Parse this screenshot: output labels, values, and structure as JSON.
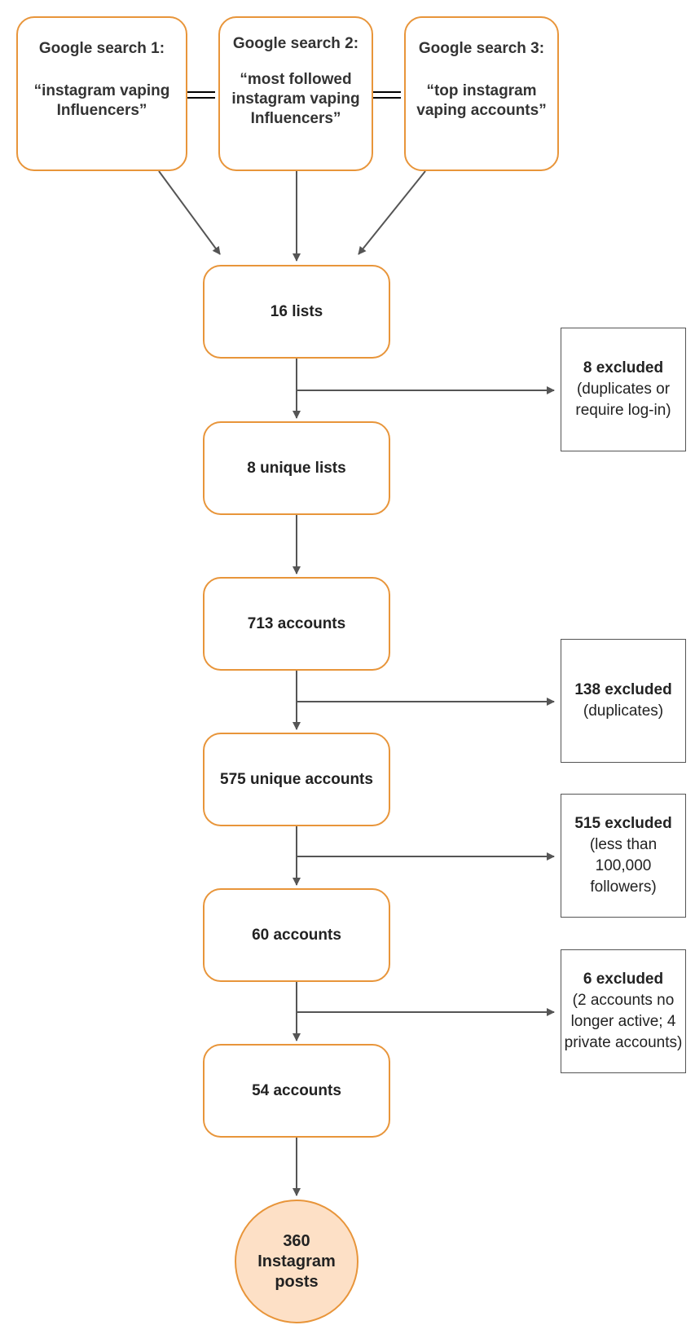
{
  "searches": [
    {
      "heading": "Google search 1:",
      "query": "“instagram vaping Influencers”"
    },
    {
      "heading": "Google search 2:",
      "query": "“most followed instagram vaping Influencers”"
    },
    {
      "heading": "Google search 3:",
      "query": "“top instagram vaping accounts”"
    }
  ],
  "steps": [
    {
      "label": "16 lists"
    },
    {
      "label": "8 unique lists"
    },
    {
      "label": "713 accounts"
    },
    {
      "label": "575 unique accounts"
    },
    {
      "label": "60 accounts"
    },
    {
      "label": "54 accounts"
    }
  ],
  "exclusions": [
    {
      "title": "8 excluded",
      "detail": "(duplicates or require log-in)"
    },
    {
      "title": "138 excluded",
      "detail": "(duplicates)"
    },
    {
      "title": "515 excluded",
      "detail": "(less than 100,000 followers)"
    },
    {
      "title": "6 excluded",
      "detail": "(2 accounts no longer active; 4 private accounts)"
    }
  ],
  "final": {
    "count": "360",
    "label": "Instagram posts"
  },
  "colors": {
    "node_border": "#e8953a",
    "final_fill": "#fde0c6",
    "arrow": "#555555"
  }
}
